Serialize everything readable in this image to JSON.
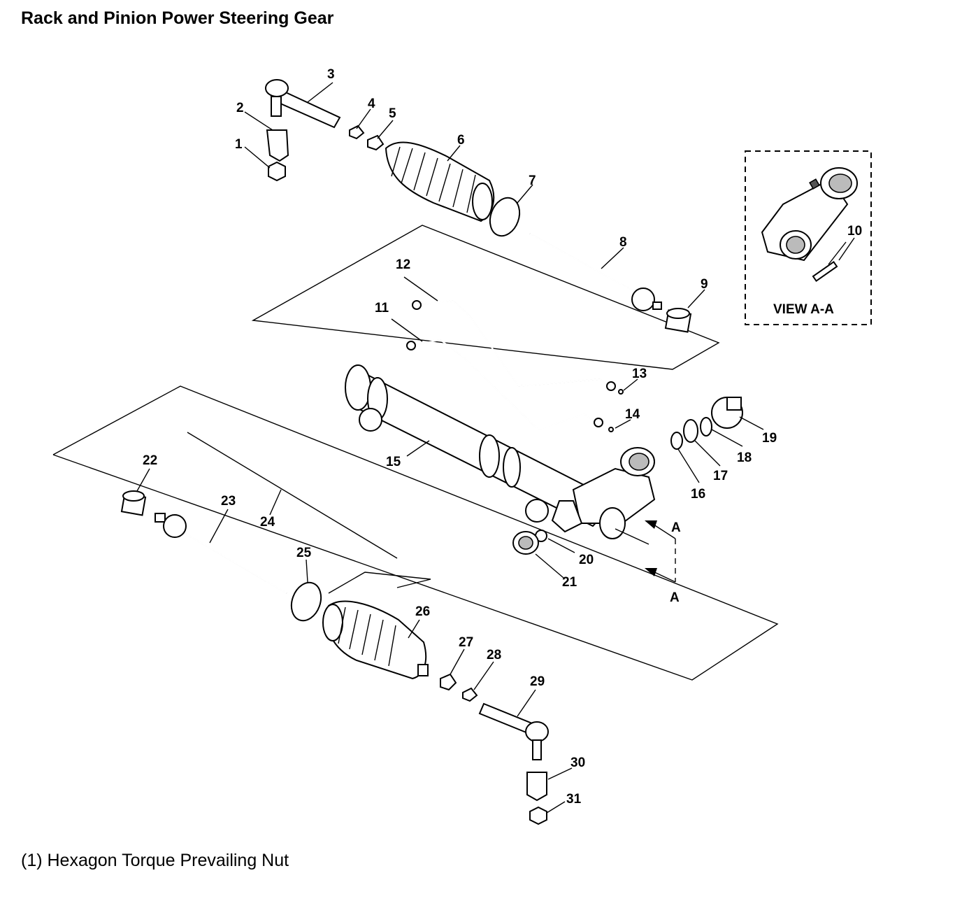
{
  "title": "Rack and Pinion Power Steering Gear",
  "caption": "(1) Hexagon Torque Prevailing Nut",
  "view_label": "VIEW A-A",
  "section_arrow_label": "A",
  "callouts": {
    "c1": "1",
    "c2": "2",
    "c3": "3",
    "c4": "4",
    "c5": "5",
    "c6": "6",
    "c7": "7",
    "c8": "8",
    "c9": "9",
    "c10": "10",
    "c11": "11",
    "c12": "12",
    "c13": "13",
    "c14": "14",
    "c15": "15",
    "c16": "16",
    "c17": "17",
    "c18": "18",
    "c19": "19",
    "c20": "20",
    "c21": "21",
    "c22": "22",
    "c23": "23",
    "c24": "24",
    "c25": "25",
    "c26": "26",
    "c27": "27",
    "c28": "28",
    "c29": "29",
    "c30": "30",
    "c31": "31"
  }
}
